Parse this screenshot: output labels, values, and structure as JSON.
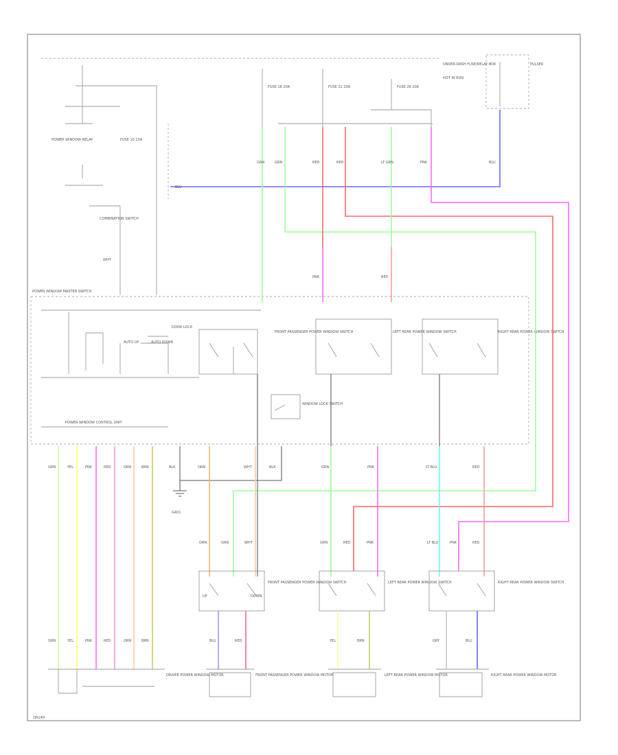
{
  "diagram": {
    "footer_code": "OR140",
    "labels": {
      "power_window_relay": "POWER WINDOW RELAY",
      "master_switch": "POWER WINDOW MASTER SWITCH",
      "control_unit": "POWER WINDOW CONTROL UNIT",
      "front_passenger_switch": "FRONT PASSENGER POWER WINDOW SWITCH",
      "left_rear_switch": "LEFT REAR POWER WINDOW SWITCH",
      "right_rear_switch": "RIGHT REAR POWER WINDOW SWITCH",
      "driver_motor": "DRIVER POWER WINDOW MOTOR",
      "front_passenger_motor": "FRONT PASSENGER POWER WINDOW MOTOR",
      "left_rear_motor": "LEFT REAR POWER WINDOW MOTOR",
      "right_rear_motor": "RIGHT REAR POWER WINDOW MOTOR",
      "window_lock_switch": "WINDOW LOCK SWITCH",
      "auto_up": "AUTO UP",
      "auto_down": "AUTO DOWN",
      "up": "UP",
      "down": "DOWN",
      "fuse_1": "FUSE 10 15A",
      "fuse_2": "FUSE 18 20A",
      "fuse_3": "FUSE 22 20A",
      "fuse_4": "FUSE 26 20A",
      "combination_switch": "COMBINATION SWITCH",
      "hot_in_run": "HOT IN RUN",
      "relay_box": "UNDER-DASH FUSE/RELAY BOX",
      "ground": "G401",
      "pulse_generator": "PULSER",
      "door_lock": "DOOR LOCK"
    },
    "wire_colors": {
      "blue": "#6666ff",
      "green": "#99ff99",
      "red": "#ff6666",
      "pink": "#ff66ff",
      "yellow": "#ffff66",
      "orange": "#ffb366",
      "peach": "#ffcc99",
      "tan": "#cccc66",
      "cyan": "#66ffff",
      "violet": "#9999ff",
      "rose": "#ff9999",
      "gray": "#777777"
    },
    "wire_codes": {
      "w1": "BLU",
      "w2": "GRN",
      "w3": "RED",
      "w4": "PNK",
      "w5": "YEL",
      "w6": "ORN",
      "w7": "LT GRN",
      "w8": "WHT",
      "w9": "BRN",
      "w10": "GRY",
      "w11": "BLK",
      "w12": "LT BLU"
    }
  }
}
